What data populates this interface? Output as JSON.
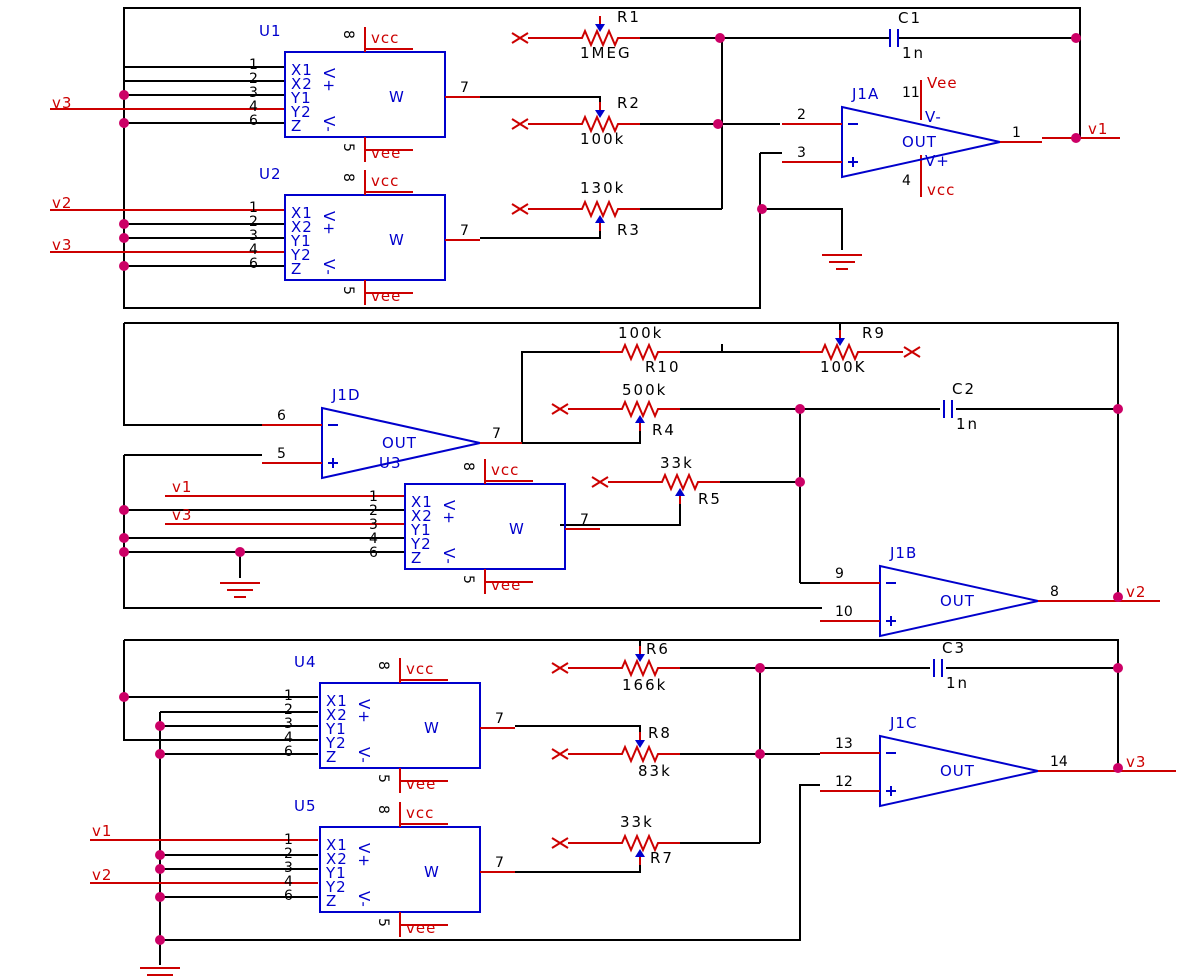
{
  "multipliers": {
    "U1": {
      "name": "U1",
      "pins": [
        "1",
        "2",
        "3",
        "4",
        "6"
      ],
      "ports": [
        "X1",
        "X2",
        "Y1",
        "Y2",
        "Z"
      ],
      "supply_pins": [
        "8",
        "5"
      ],
      "out_pin": "7",
      "out_label": "W",
      "vpos": "V+",
      "vneg": "V-",
      "vcc": "vcc",
      "vee": "vee"
    },
    "U2": {
      "name": "U2",
      "pins": [
        "1",
        "2",
        "3",
        "4",
        "6"
      ],
      "ports": [
        "X1",
        "X2",
        "Y1",
        "Y2",
        "Z"
      ],
      "supply_pins": [
        "8",
        "5"
      ],
      "out_pin": "7",
      "out_label": "W",
      "vpos": "V+",
      "vneg": "V-",
      "vcc": "vcc",
      "vee": "vee"
    },
    "U3": {
      "name": "U3",
      "pins": [
        "1",
        "2",
        "3",
        "4",
        "6"
      ],
      "ports": [
        "X1",
        "X2",
        "Y1",
        "Y2",
        "Z"
      ],
      "supply_pins": [
        "8",
        "5"
      ],
      "out_pin": "7",
      "out_label": "W",
      "vpos": "V+",
      "vneg": "V-",
      "vcc": "vcc",
      "vee": "vee"
    },
    "U4": {
      "name": "U4",
      "pins": [
        "1",
        "2",
        "3",
        "4",
        "6"
      ],
      "ports": [
        "X1",
        "X2",
        "Y1",
        "Y2",
        "Z"
      ],
      "supply_pins": [
        "8",
        "5"
      ],
      "out_pin": "7",
      "out_label": "W",
      "vpos": "V+",
      "vneg": "V-",
      "vcc": "vcc",
      "vee": "vee"
    },
    "U5": {
      "name": "U5",
      "pins": [
        "1",
        "2",
        "3",
        "4",
        "6"
      ],
      "ports": [
        "X1",
        "X2",
        "Y1",
        "Y2",
        "Z"
      ],
      "supply_pins": [
        "8",
        "5"
      ],
      "out_pin": "7",
      "out_label": "W",
      "vpos": "V+",
      "vneg": "V-",
      "vcc": "vcc",
      "vee": "vee"
    }
  },
  "opamps": {
    "J1A": {
      "name": "J1A",
      "out": "OUT",
      "pin_inv": "2",
      "pin_noninv": "3",
      "pin_out": "1",
      "pin_vneg": "11",
      "pin_vpos": "4",
      "vneg": "V-",
      "vpos": "V+",
      "vee": "Vee",
      "vcc": "vcc",
      "net": "v1"
    },
    "J1D": {
      "name": "J1D",
      "out": "OUT",
      "pin_inv": "6",
      "pin_noninv": "5",
      "pin_out": "7"
    },
    "J1B": {
      "name": "J1B",
      "out": "OUT",
      "pin_inv": "9",
      "pin_noninv": "10",
      "pin_out": "8",
      "net": "v2"
    },
    "J1C": {
      "name": "J1C",
      "out": "OUT",
      "pin_inv": "13",
      "pin_noninv": "12",
      "pin_out": "14",
      "net": "v3"
    }
  },
  "resistors": {
    "R1": {
      "name": "R1",
      "value": "1MEG"
    },
    "R2": {
      "name": "R2",
      "value": "100k"
    },
    "R3": {
      "name": "R3",
      "value": "130k"
    },
    "R4": {
      "name": "R4",
      "value": "500k"
    },
    "R5": {
      "name": "R5",
      "value": "33k"
    },
    "R6": {
      "name": "R6",
      "value": "166k"
    },
    "R7": {
      "name": "R7",
      "value": "33k"
    },
    "R8": {
      "name": "R8",
      "value": "83k"
    },
    "R9": {
      "name": "R9",
      "value": "100K"
    },
    "R10": {
      "name": "R10",
      "value": "100k"
    }
  },
  "capacitors": {
    "C1": {
      "name": "C1",
      "value": "1n"
    },
    "C2": {
      "name": "C2",
      "value": "1n"
    },
    "C3": {
      "name": "C3",
      "value": "1n"
    }
  },
  "net_labels": {
    "v1": "v1",
    "v2": "v2",
    "v3": "v3",
    "vcc": "vcc",
    "vee": "vee"
  },
  "colors": {
    "wire": "#000000",
    "component": "#0000cc",
    "net": "#cc0000",
    "junction": "#cc0066"
  }
}
